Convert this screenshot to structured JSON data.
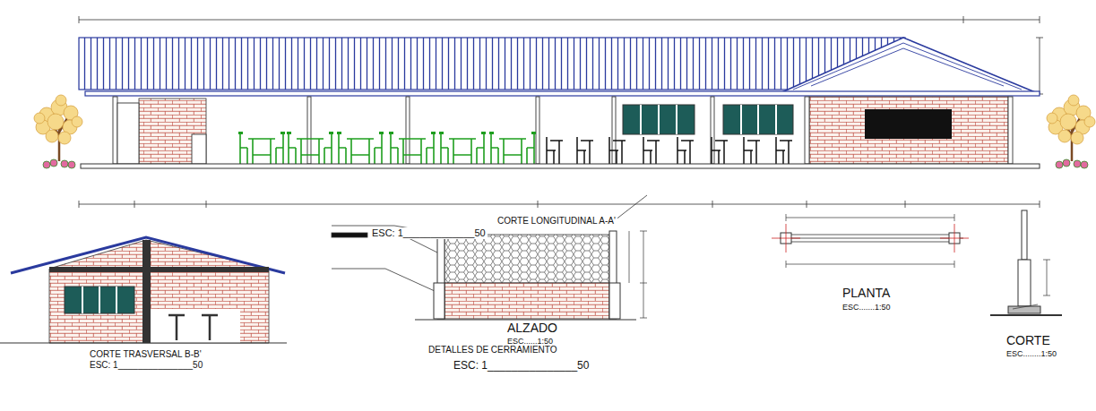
{
  "diagram": {
    "labels": [
      "CORTE LONGITUDINAL A-A'",
      "ESC: 1_____________50",
      "PLANTA",
      "ESC.......1:50",
      "CORTE TRASVERSAL B-B'",
      "ESC: 1_______________50",
      "ALZADO",
      "ESC......1:50",
      "DETALLES DE CERRAMIENTO",
      "ESC: 1_______________50",
      "CORTE",
      "ESC........1:50"
    ]
  }
}
